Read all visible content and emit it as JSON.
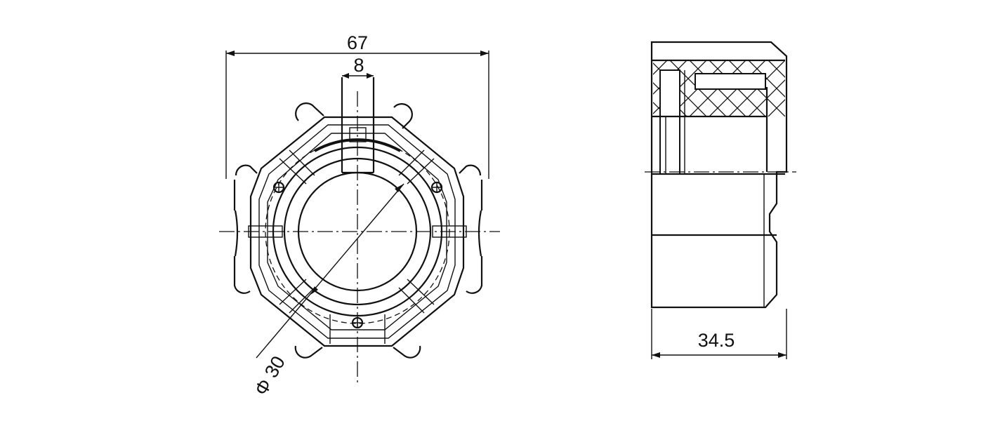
{
  "dimensions": {
    "overall_width": "67",
    "key_width": "8",
    "bore_diameter": "Φ 30",
    "side_length": "34.5"
  }
}
